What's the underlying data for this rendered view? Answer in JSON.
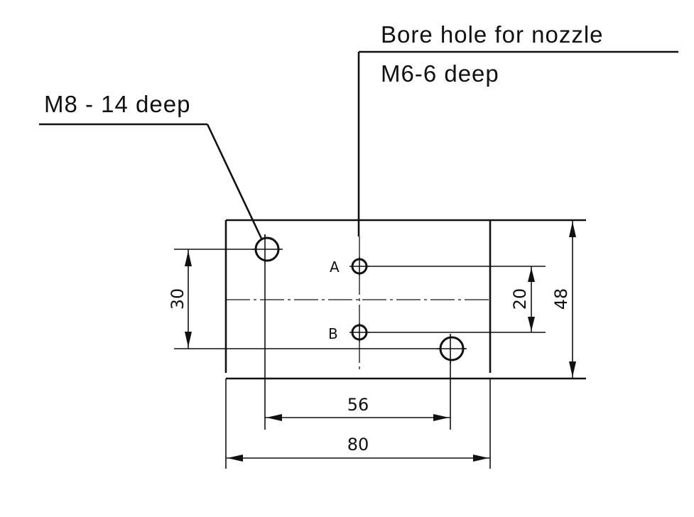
{
  "callouts": {
    "nozzle_title": "Bore hole for nozzle",
    "nozzle_thread": "M6-6 deep",
    "mount_thread": "M8 - 14 deep"
  },
  "ports": {
    "a": "A",
    "b": "B"
  },
  "dimensions": {
    "vertical_holes": "30",
    "port_spacing": "20",
    "block_height": "48",
    "hole_spacing": "56",
    "block_width": "80"
  }
}
